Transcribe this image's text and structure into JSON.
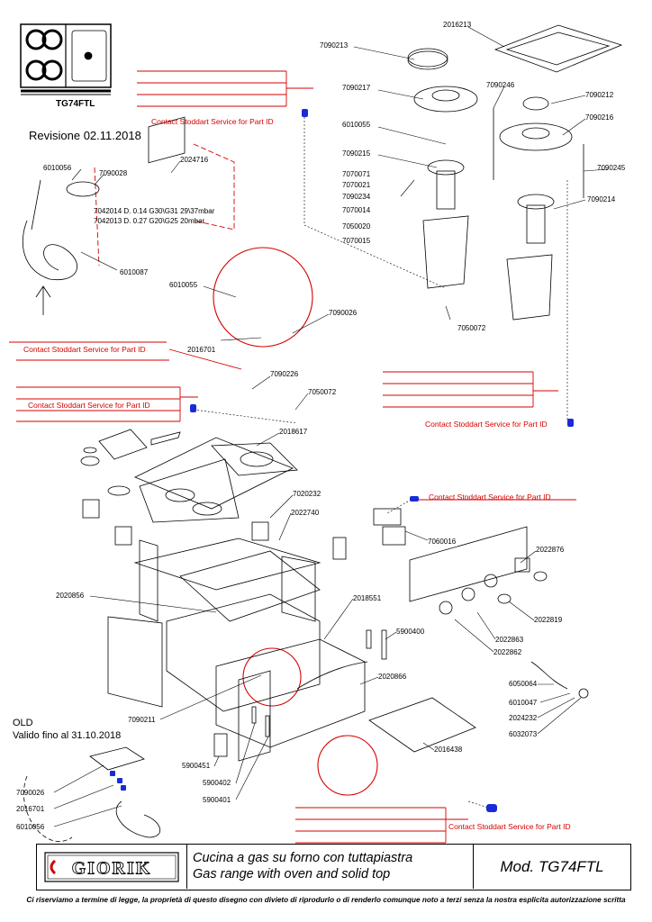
{
  "header": {
    "model_code": "TG74FTL",
    "revision": "Revisione 02.11.2018"
  },
  "labels": {
    "p2016213": "2016213",
    "p7090213": "7090213",
    "p7090217": "7090217",
    "p7090246": "7090246",
    "p7090212": "7090212",
    "p7090216": "7090216",
    "p6010055a": "6010055",
    "p7090215": "7090215",
    "p7070071": "7070071",
    "p7070021": "7070021",
    "p7090234": "7090234",
    "p7070014": "7070014",
    "p7050020": "7050020",
    "p7070015": "7070015",
    "p7090245": "7090245",
    "p7090214": "7090214",
    "p7050072a": "7050072",
    "p6010056a": "6010056",
    "p7090028": "7090028",
    "p2024716": "2024716",
    "p6010087": "6010087",
    "p6010055b": "6010055",
    "p7090026a": "7090026",
    "p2016701a": "2016701",
    "p7090226": "7090226",
    "p7050072b": "7050072",
    "p2018617": "2018617",
    "p7020232": "7020232",
    "p2022740": "2022740",
    "p7060016": "7060016",
    "p2022876": "2022876",
    "p2020856": "2020856",
    "p2018551": "2018551",
    "p2022819": "2022819",
    "p5900400": "5900400",
    "p2022863": "2022863",
    "p2022862": "2022862",
    "p2020866": "2020866",
    "p6050064": "6050064",
    "p6010047": "6010047",
    "p2024232": "2024232",
    "p6032073": "6032073",
    "p7090211": "7090211",
    "p2016438": "2016438",
    "p5900451": "5900451",
    "p5900402": "5900402",
    "p5900401": "5900401",
    "p7090026b": "7090026",
    "p2016701b": "2016701",
    "p6010056b": "6010056"
  },
  "injectors": {
    "line1": "7042014  D. 0.14 G30\\G31  29\\37mbar",
    "line2": "7042013  D. 0.27 G20\\G25    20mbar"
  },
  "contact_notes": {
    "n1": "Contact Stoddart Service for Part ID",
    "n2": "Contact Stoddart Service for Part ID",
    "n3": "Contact Stoddart Service for Part ID",
    "n4": "Contact Stoddart Service for Part ID",
    "n5": "Contact Stoddart Service for Part ID",
    "n6": "Contact Stoddart Service for Part ID"
  },
  "old_note": {
    "title": "OLD",
    "validity": "Valido fino al 31.10.2018"
  },
  "title_block": {
    "logo": "GIORIK",
    "description_it": "Cucina a gas su forno con tuttapiastra",
    "description_en": "Gas range with oven and solid top",
    "model": "Mod. TG74FTL"
  },
  "footer": {
    "notice": "Ci riserviamo a termine di legge, la proprietà di questo disegno con divieto di riprodurlo o di renderlo comunque noto a terzi senza la nostra esplicita autorizzazione scritta"
  },
  "colors": {
    "accent_red": "#d40000",
    "marker_blue": "#1a2bd6"
  }
}
